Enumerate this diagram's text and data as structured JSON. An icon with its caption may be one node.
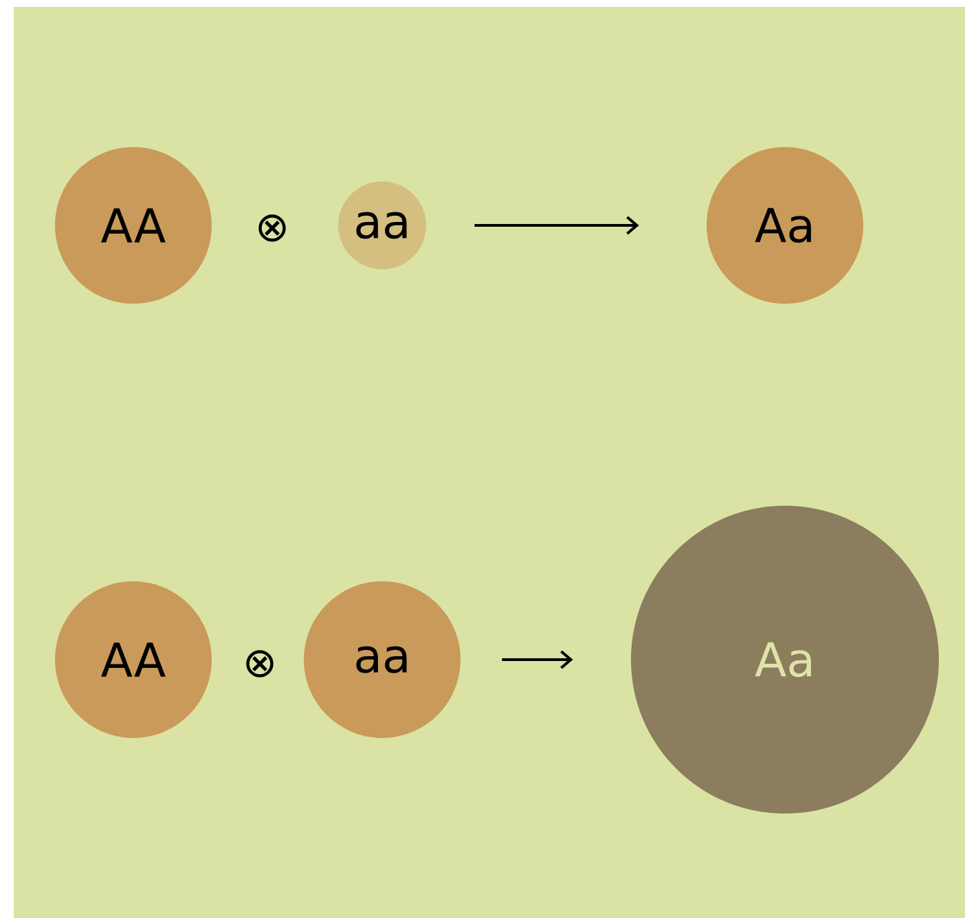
{
  "diagram": {
    "nodes": [
      {
        "text": [
          "AA"
        ]
      },
      {
        "text": [
          "aa"
        ]
      },
      {
        "text": [
          "Aa"
        ]
      },
      {
        "text": [
          "AA"
        ]
      },
      {
        "text": [
          "aa"
        ]
      },
      {
        "text": [
          "Aa"
        ]
      }
    ],
    "edges": [
      {
        "from": 1,
        "to": 2,
        "arrow": "to"
      },
      {
        "from": 4,
        "to": 5,
        "arrow": "to"
      }
    ],
    "labels": [
      "⊗",
      "⊗"
    ]
  }
}
